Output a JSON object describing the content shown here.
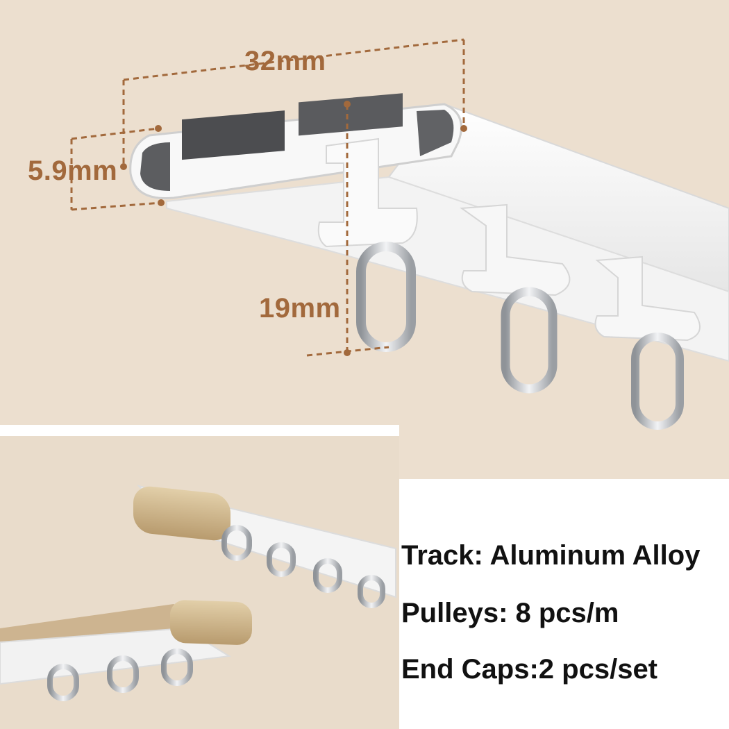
{
  "dimensions": {
    "width": "32mm",
    "height": "5.9mm",
    "hook_drop": "19mm"
  },
  "specs": {
    "track": "Track: Aluminum Alloy",
    "pulleys": "Pulleys: 8 pcs/m",
    "end_caps": "End Caps:2 pcs/set"
  },
  "colors": {
    "background_top": "#ecdfcf",
    "background_bottom": "#e9dccb",
    "dimension_lines": "#a2693c",
    "gold_cap": "#c9ad82",
    "track_white": "#f7f7f7",
    "hook_metal": "#b9bcc0"
  }
}
